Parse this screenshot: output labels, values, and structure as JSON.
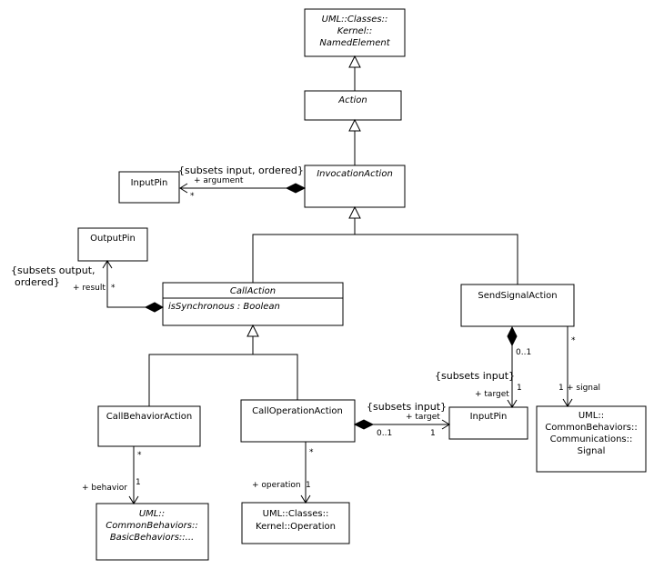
{
  "classes": {
    "named_element": {
      "lines": [
        "UML::Classes::",
        "Kernel::",
        "NamedElement"
      ],
      "abstract": true
    },
    "action": {
      "name": "Action",
      "abstract": true
    },
    "invocation_action": {
      "name": "InvocationAction",
      "abstract": true
    },
    "input_pin_top": {
      "name": "InputPin"
    },
    "output_pin": {
      "name": "OutputPin"
    },
    "call_action": {
      "name": "CallAction",
      "abstract": true,
      "attribute": "isSynchronous : Boolean"
    },
    "send_signal_action": {
      "name": "SendSignalAction"
    },
    "call_behavior_action": {
      "name": "CallBehaviorAction"
    },
    "call_operation_action": {
      "name": "CallOperationAction"
    },
    "input_pin_bottom": {
      "name": "InputPin"
    },
    "signal": {
      "lines": [
        "UML::",
        "CommonBehaviors::",
        "Communications::",
        "Signal"
      ]
    },
    "basic_behaviors": {
      "lines": [
        "UML::",
        "CommonBehaviors::",
        "BasicBehaviors::..."
      ],
      "abstract": true
    },
    "operation": {
      "lines": [
        "UML::Classes::",
        "Kernel::Operation"
      ]
    }
  },
  "associations": {
    "argument": {
      "constraint": "{subsets input, ordered}",
      "role": "+ argument",
      "multiplicity": "*"
    },
    "result": {
      "constraint_lines": [
        "{subsets output,",
        "ordered}"
      ],
      "role": "+ result",
      "multiplicity": "*"
    },
    "send_target": {
      "constraint": "{subsets input}",
      "role": "+ target",
      "source_multiplicity": "0..1",
      "target_multiplicity": "1"
    },
    "signal": {
      "source_multiplicity": "*",
      "role": "+ signal",
      "target_multiplicity": "1"
    },
    "call_target": {
      "constraint": "{subsets input}",
      "role": "+ target",
      "source_multiplicity": "0..1",
      "target_multiplicity": "1"
    },
    "behavior": {
      "source_multiplicity": "*",
      "role": "+ behavior",
      "target_multiplicity": "1"
    },
    "operation": {
      "source_multiplicity": "*",
      "role": "+ operation",
      "target_multiplicity": "1"
    }
  }
}
